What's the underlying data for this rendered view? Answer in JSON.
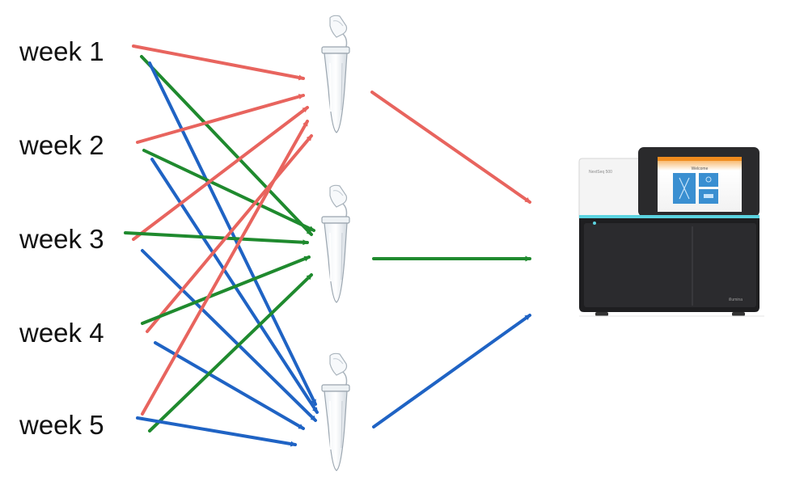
{
  "weeks": [
    "week 1",
    "week 2",
    "week 3",
    "week 4",
    "week 5"
  ],
  "colors": {
    "red": "#e8645e",
    "green": "#1f8a2e",
    "blue": "#1f63c4",
    "instrument_accent": "#5bd3e0",
    "screen_orange": "#f08c1e"
  },
  "icons": {
    "tube": "microcentrifuge-tube-icon",
    "sequencer": "sequencer-instrument-icon"
  },
  "instrument": {
    "brand_text": "NextSeq 500",
    "screen_title": "Welcome",
    "logo_text": "illumina"
  }
}
